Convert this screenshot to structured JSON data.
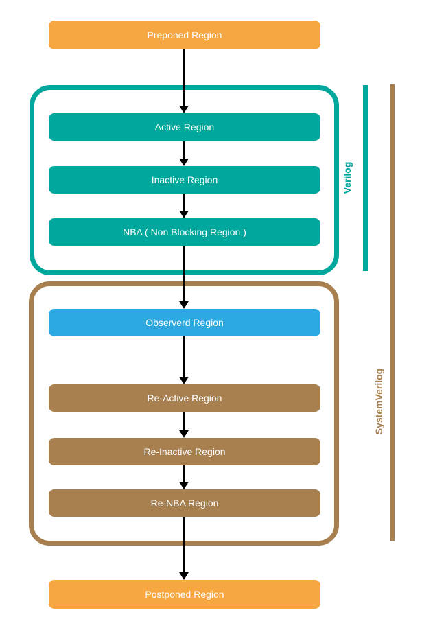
{
  "page": {
    "background_color": "#FFFFFF",
    "text_color": "#FFFFFF",
    "arrow_color": "#000000"
  },
  "diagram": {
    "type": "flowchart",
    "outer_nodes": {
      "preponed": {
        "label": "Preponed Region",
        "color": "#F6A742"
      },
      "postponed": {
        "label": "Postponed Region",
        "color": "#F6A742"
      }
    },
    "verilog_group": {
      "label": "Verilog",
      "color": "#00A79C",
      "nodes": [
        {
          "label": "Active Region",
          "color": "#00A79C"
        },
        {
          "label": "Inactive Region",
          "color": "#00A79C"
        },
        {
          "label": "NBA ( Non Blocking Region )",
          "color": "#00A79C"
        }
      ]
    },
    "systemverilog_group": {
      "label": "SystemVerilog",
      "color": "#A8804F",
      "nodes": [
        {
          "label": "Observerd Region",
          "color": "#2CA9E1"
        },
        {
          "label": "Re-Active Region",
          "color": "#A8804F"
        },
        {
          "label": "Re-Inactive Region",
          "color": "#A8804F"
        },
        {
          "label": "Re-NBA Region",
          "color": "#A8804F"
        }
      ]
    },
    "flow_order": [
      "Preponed Region",
      "Active Region",
      "Inactive Region",
      "NBA ( Non Blocking Region )",
      "Observerd Region",
      "Re-Active Region",
      "Re-Inactive Region",
      "Re-NBA Region",
      "Postponed Region"
    ]
  }
}
